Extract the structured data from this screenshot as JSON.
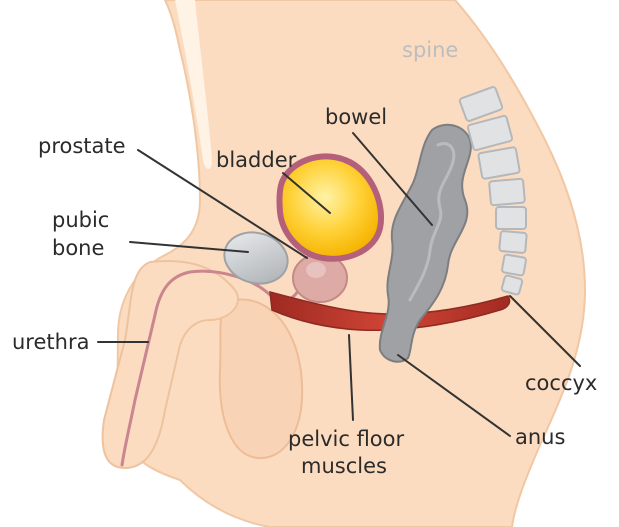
{
  "labels": {
    "spine": "spine",
    "bowel": "bowel",
    "prostate": "prostate",
    "bladder": "bladder",
    "pubic_bone_line1": "pubic",
    "pubic_bone_line2": "bone",
    "urethra": "urethra",
    "coccyx": "coccyx",
    "anus": "anus",
    "pelvic_floor_line1": "pelvic floor",
    "pelvic_floor_line2": "muscles"
  },
  "colors": {
    "skin": "#fbdcc0",
    "skin_outline": "#f1c7a4",
    "bladder_fill": "#ffc629",
    "bladder_outline": "#b5607a",
    "prostate": "#ddaaa6",
    "bone": "#c3c6c9",
    "bowel": "#9fa1a4",
    "spine": "#e0e2e4",
    "muscle": "#c23a2e",
    "urethra": "#c9868f"
  }
}
